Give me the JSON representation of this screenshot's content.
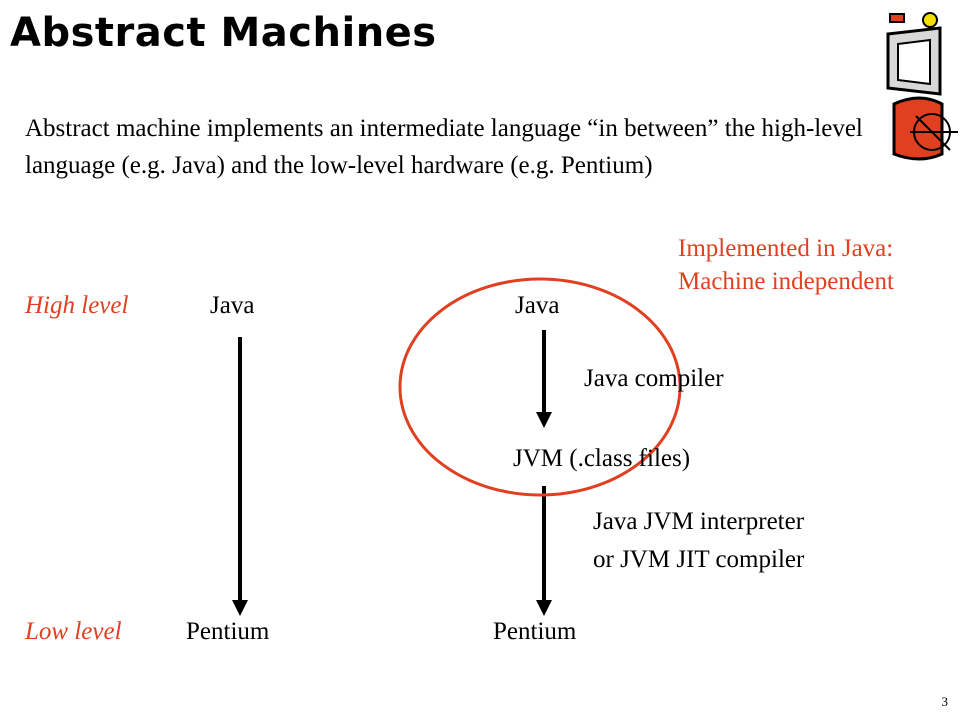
{
  "slide": {
    "title": "Abstract Machines",
    "paragraph": "Abstract machine implements an intermediate language “in between” the high-level language (e.g. Java) and the low-level hardware (e.g. Pentium)",
    "note_line1": "Implemented in Java:",
    "note_line2": "Machine independent",
    "page_number": "3",
    "logo_icon": "iaik-logo"
  },
  "diagram": {
    "high_level_label": "High level",
    "low_level_label": "Low level",
    "left_top": "Java",
    "left_bottom": "Pentium",
    "right_top": "Java",
    "compiler_label": "Java compiler",
    "jvm_label": "JVM (.class files)",
    "interpreter_line1": "Java JVM interpreter",
    "interpreter_line2": "or JVM JIT compiler",
    "right_bottom": "Pentium"
  },
  "colors": {
    "accent": "#e04020",
    "text": "#000000",
    "background": "#ffffff"
  }
}
